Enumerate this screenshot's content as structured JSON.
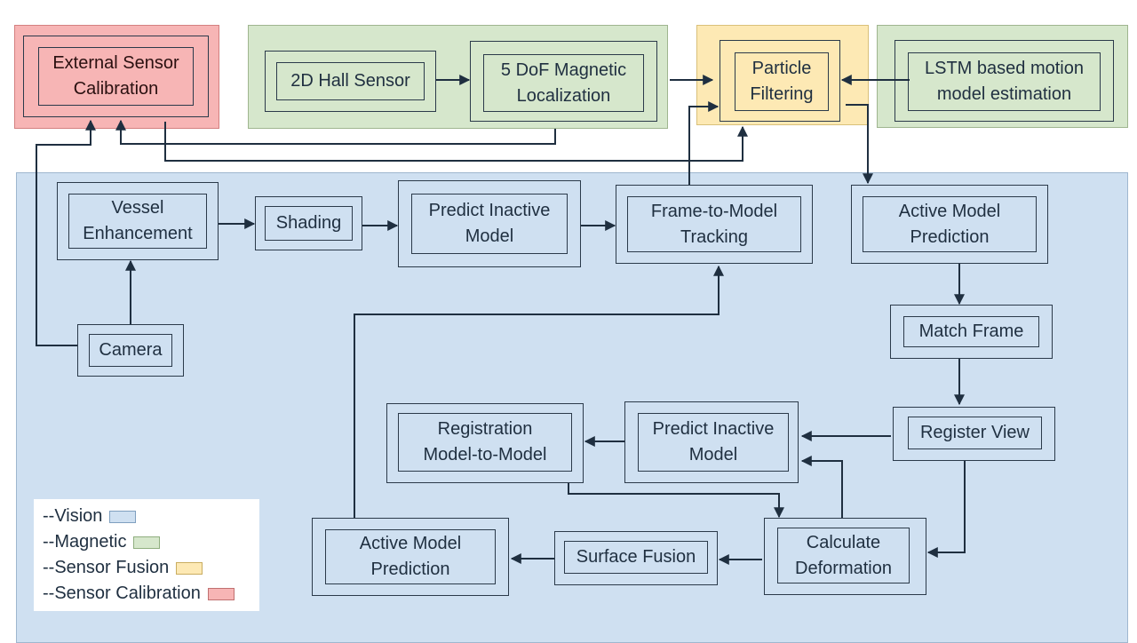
{
  "nodes": {
    "external_sensor_calibration": "External Sensor\nCalibration",
    "hall_sensor": "2D Hall Sensor",
    "magnetic_localization": "5 DoF Magnetic\nLocalization",
    "particle_filtering": "Particle\nFiltering",
    "lstm_motion_model": "LSTM based motion\nmodel estimation",
    "vessel_enhancement": "Vessel\nEnhancement",
    "shading": "Shading",
    "predict_inactive_model_top": "Predict Inactive\nModel",
    "frame_to_model_tracking": "Frame-to-Model\nTracking",
    "active_model_prediction_top": "Active Model\nPrediction",
    "camera": "Camera",
    "match_frame": "Match Frame",
    "register_view": "Register View",
    "predict_inactive_model_mid": "Predict Inactive\nModel",
    "registration_model_to_model": "Registration\nModel-to-Model",
    "calculate_deformation": "Calculate\nDeformation",
    "surface_fusion": "Surface Fusion",
    "active_model_prediction_bottom": "Active Model\nPrediction"
  },
  "legend": [
    {
      "label": "--Vision",
      "color": "#cfe0f1"
    },
    {
      "label": "--Magnetic",
      "color": "#d6e7cc"
    },
    {
      "label": "--Sensor Fusion",
      "color": "#fde9b4"
    },
    {
      "label": "--Sensor Calibration",
      "color": "#f7b5b5"
    }
  ],
  "colors": {
    "vision": "#cfe0f1",
    "magnetic": "#d6e7cc",
    "sensor_fusion": "#fde9b4",
    "sensor_calibration": "#f7b5b5",
    "line": "#1f2f40"
  }
}
